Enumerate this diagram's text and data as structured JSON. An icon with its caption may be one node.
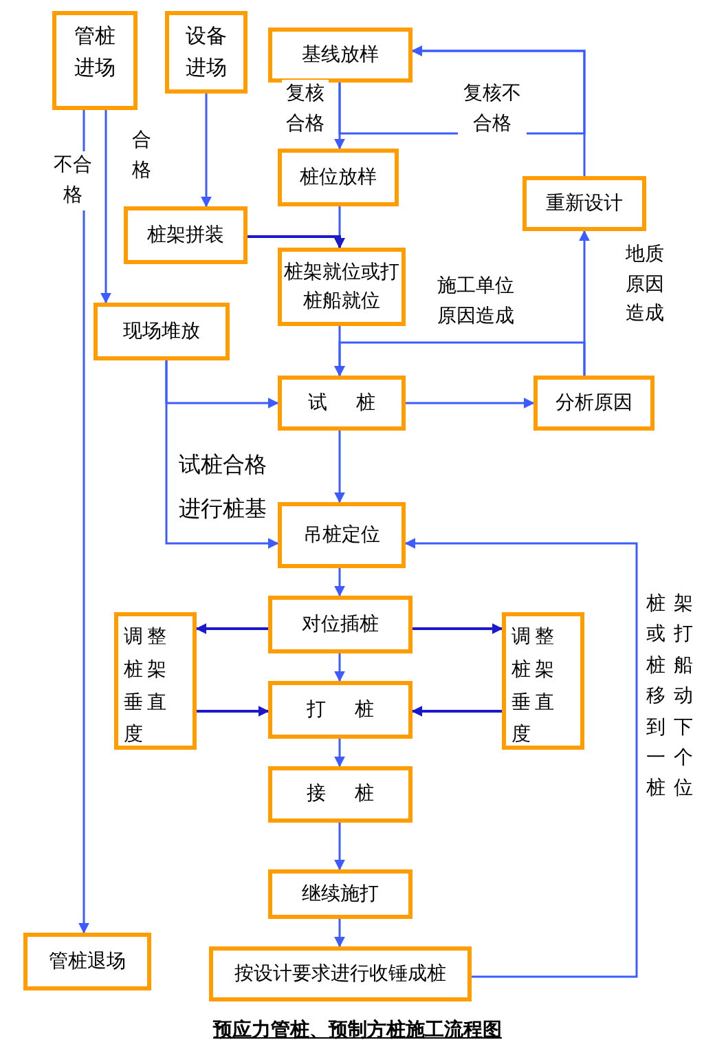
{
  "diagram": {
    "title": "预应力管桩、预制方桩施工流程图",
    "nodes": [
      {
        "text": [
          "管桩进场"
        ]
      },
      {
        "text": [
          "设备进场"
        ]
      },
      {
        "text": [
          "基线放样"
        ]
      },
      {
        "text": [
          "桩位放样"
        ]
      },
      {
        "text": [
          "桩架拼装"
        ]
      },
      {
        "text": [
          "桩架就位或打桩船就位"
        ]
      },
      {
        "text": [
          "现场堆放"
        ]
      },
      {
        "text": [
          "重新设计"
        ]
      },
      {
        "text": [
          "试 桩"
        ]
      },
      {
        "text": [
          "分析原因"
        ]
      },
      {
        "text": [
          "吊桩定位"
        ]
      },
      {
        "text": [
          "对位插桩"
        ]
      },
      {
        "text": [
          "调整桩架垂直度"
        ]
      },
      {
        "text": [
          "调整桩架垂直度"
        ]
      },
      {
        "text": [
          "打 桩"
        ]
      },
      {
        "text": [
          "接 桩"
        ]
      },
      {
        "text": [
          "继续施打"
        ]
      },
      {
        "text": [
          "按设计要求进行收锤成桩"
        ]
      },
      {
        "text": [
          "管桩退场"
        ]
      }
    ],
    "edges": [
      {
        "from": 0,
        "to": 6,
        "arrow": "to",
        "label": "合格"
      },
      {
        "from": 0,
        "to": 18,
        "arrow": "to",
        "label": "不合格"
      },
      {
        "from": 1,
        "to": 4,
        "arrow": "to"
      },
      {
        "from": 2,
        "to": 3,
        "arrow": "to",
        "label": "复核合格"
      },
      {
        "from": 2,
        "to": 2,
        "arrow": "to",
        "label": "复核不合格"
      },
      {
        "from": 7,
        "to": 2,
        "arrow": "to"
      },
      {
        "from": 3,
        "to": 5,
        "arrow": "to"
      },
      {
        "from": 4,
        "to": 5,
        "arrow": "to",
        "color": "#1a1acc"
      },
      {
        "from": 5,
        "to": 8,
        "arrow": "to"
      },
      {
        "from": 6,
        "to": 8,
        "arrow": "to"
      },
      {
        "from": 6,
        "to": 10,
        "arrow": "to",
        "label": "试桩合格进行桩基"
      },
      {
        "from": 8,
        "to": 9,
        "arrow": "to"
      },
      {
        "from": 9,
        "to": 7,
        "arrow": "to",
        "label": "地质原因造成"
      },
      {
        "from": 9,
        "to": 8,
        "arrow": "to",
        "label": "施工单位原因造成"
      },
      {
        "from": 8,
        "to": 10,
        "arrow": "to"
      },
      {
        "from": 10,
        "to": 11,
        "arrow": "to"
      },
      {
        "from": 11,
        "to": 14,
        "arrow": "to"
      },
      {
        "from": 14,
        "to": 15,
        "arrow": "to"
      },
      {
        "from": 15,
        "to": 16,
        "arrow": "to"
      },
      {
        "from": 16,
        "to": 17,
        "arrow": "to"
      },
      {
        "from": 11,
        "to": 12,
        "arrow": "to",
        "color": "#1a1acc"
      },
      {
        "from": 12,
        "to": 14,
        "arrow": "to",
        "color": "#1a1acc"
      },
      {
        "from": 11,
        "to": 13,
        "arrow": "to",
        "color": "#1a1acc"
      },
      {
        "from": 13,
        "to": 14,
        "arrow": "to",
        "color": "#1a1acc"
      },
      {
        "from": 17,
        "to": 10,
        "arrow": "to",
        "label": "桩架或打桩船移动到下一个桩位"
      }
    ]
  }
}
